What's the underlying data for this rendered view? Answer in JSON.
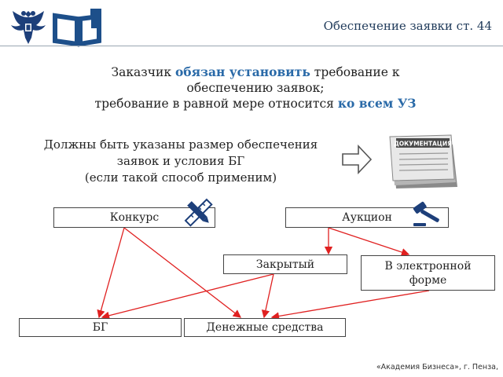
{
  "header": {
    "title": "Обеспечение заявки ст. 44"
  },
  "icons": {
    "emblem": "coat-of-arms-icon",
    "book": "open-book-icon",
    "arrow": "right-arrow-icon",
    "documents": "documents-stack-icon",
    "pencil": "pencil-ruler-icon",
    "gavel": "gavel-icon"
  },
  "lead": {
    "line1_a": "Заказчик ",
    "line1_b": "обязан установить",
    "line1_c": " требование к",
    "line2": "обеспечению заявок;",
    "line3_a": "требование в равной мере относится ",
    "line3_b": "ко всем УЗ"
  },
  "sub": {
    "line1": "Должны быть указаны размер обеспечения",
    "line2": "заявок и условия БГ",
    "line3": "(если такой способ применим)"
  },
  "documents": {
    "label": "ДОКУМЕНТАЦИЯ"
  },
  "diagram": {
    "konkurs": "Конкурс",
    "auktsion": "Аукцион",
    "zakryty": "Закрытый",
    "elektron_line1": "В электронной",
    "elektron_line2": "форме",
    "bg": "БГ",
    "money": "Денежные средства"
  },
  "footer": {
    "text": "«Академия Бизнеса», г. Пенза,"
  },
  "colors": {
    "accent_blue": "#2a6aa8",
    "arrow_red": "#e02020",
    "header_blue": "#1f3a5a"
  }
}
